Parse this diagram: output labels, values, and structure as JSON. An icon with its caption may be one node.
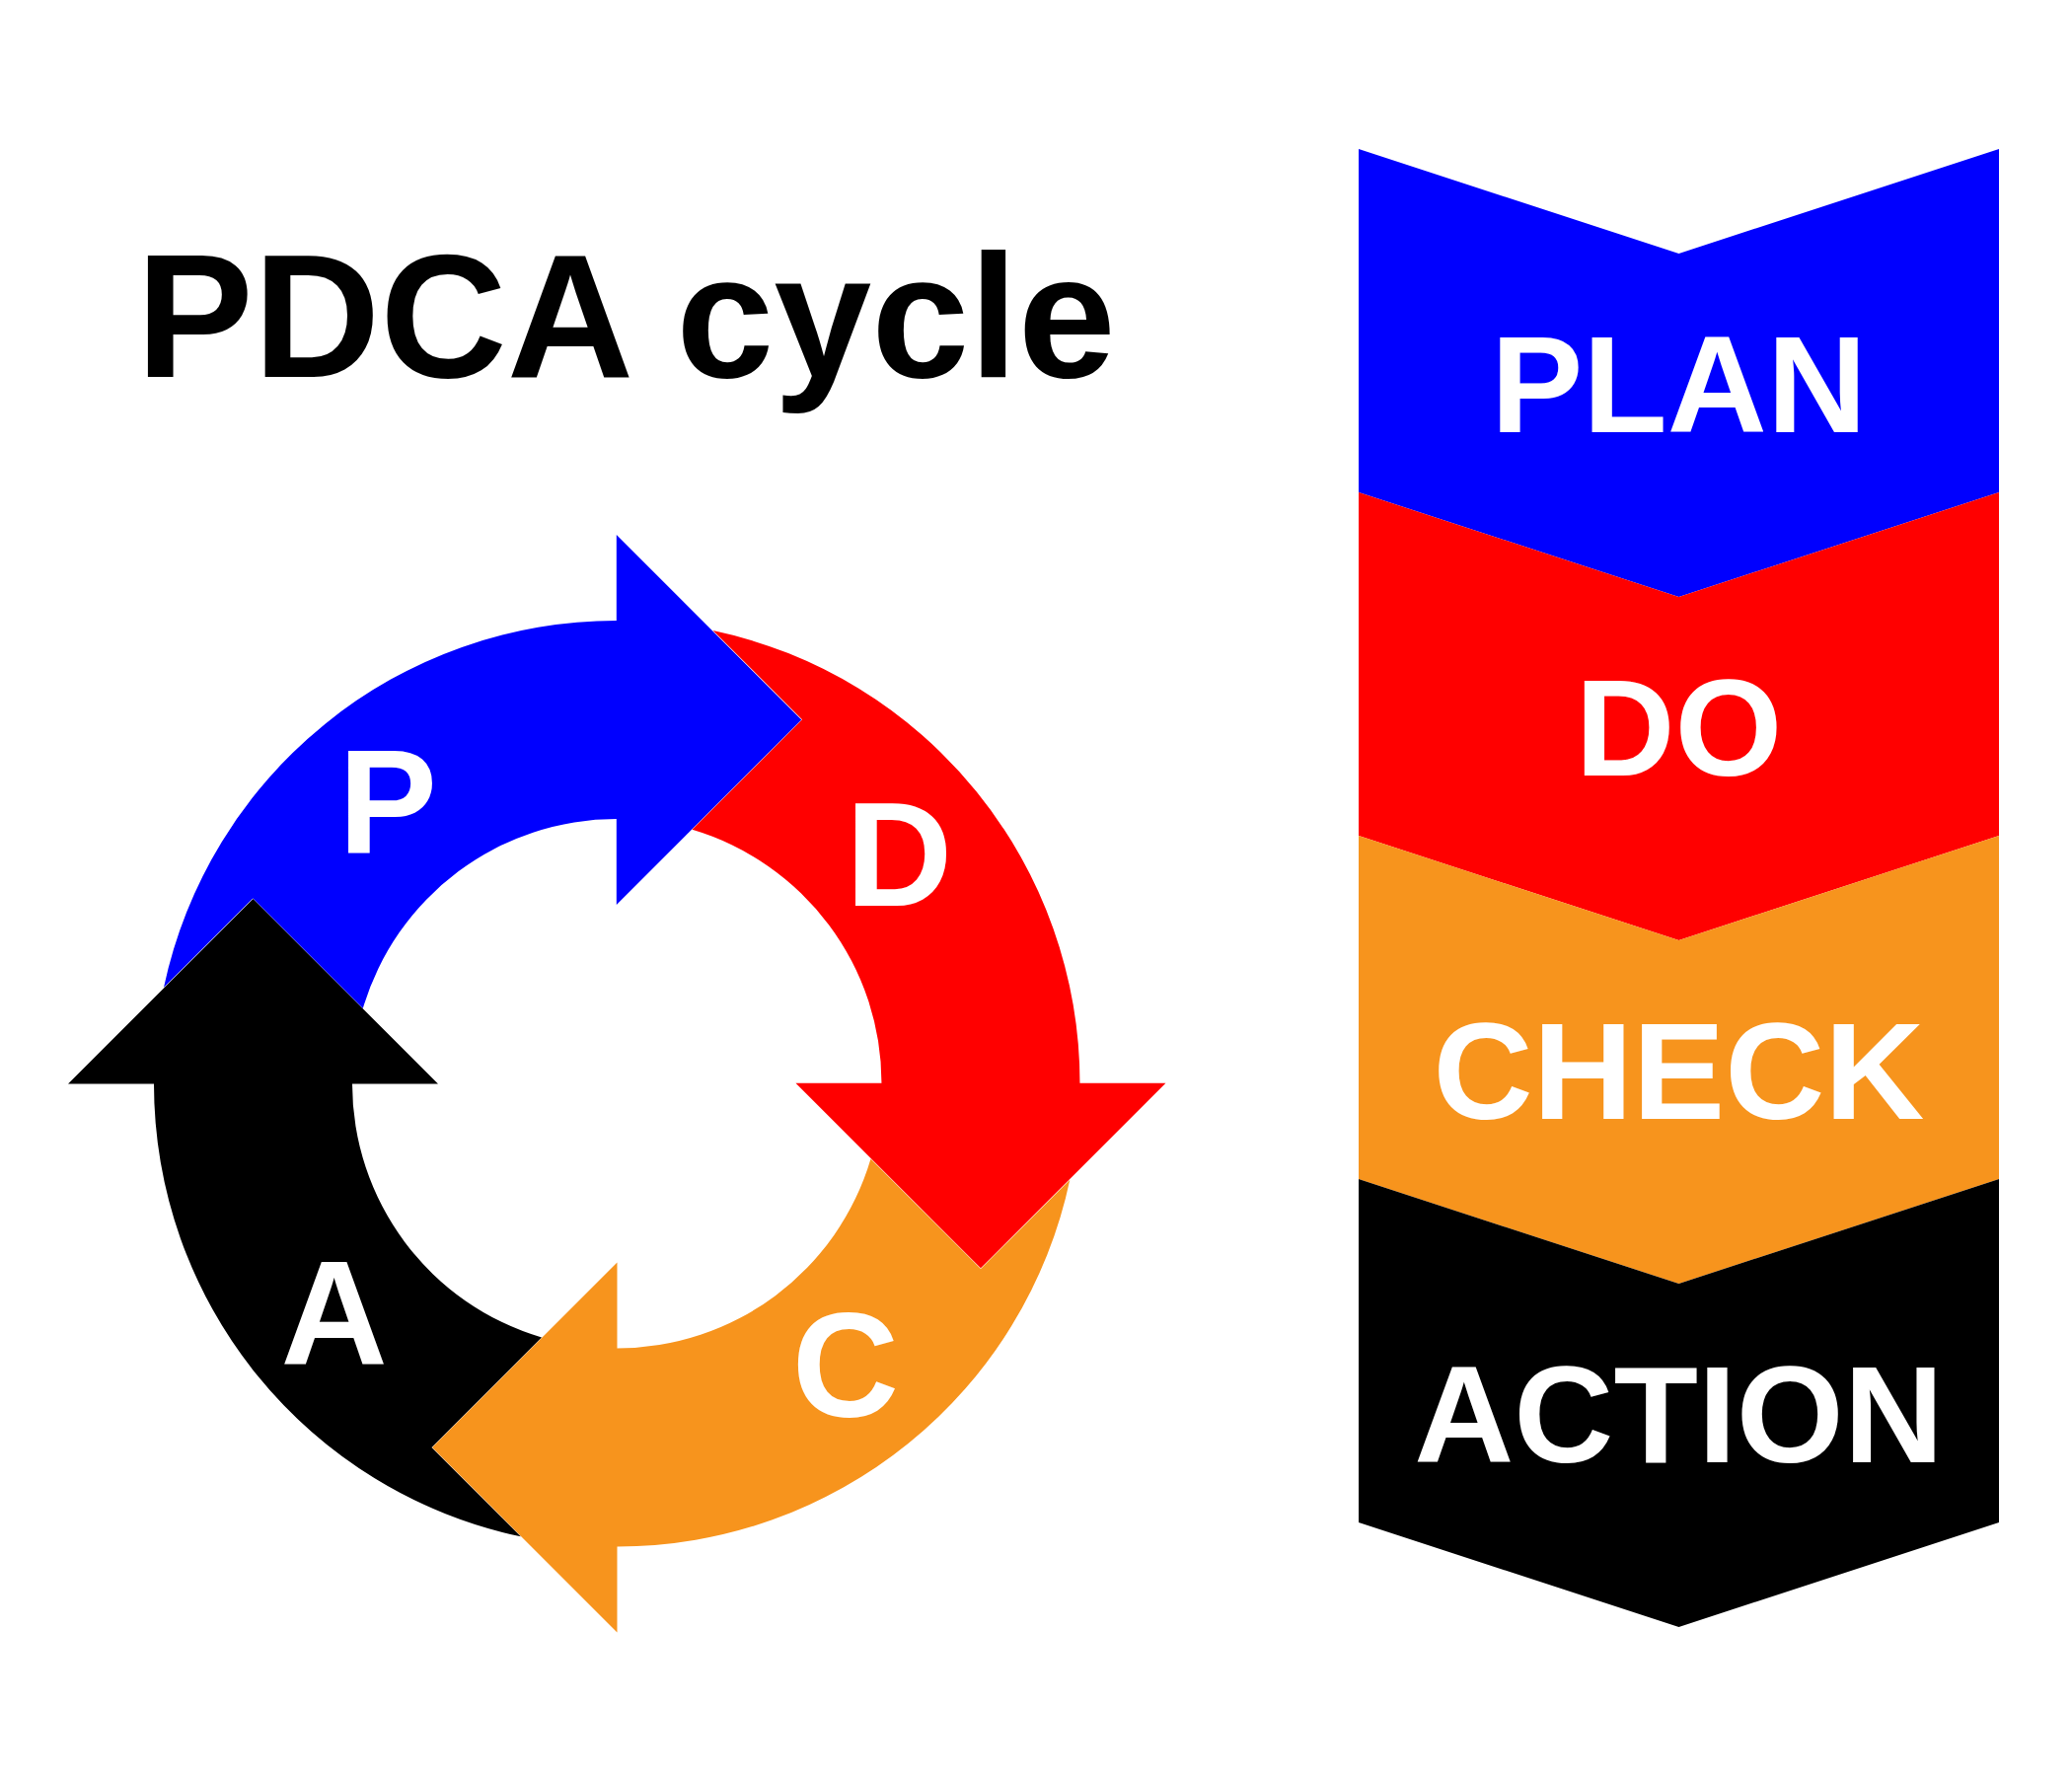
{
  "diagram": {
    "title": "PDCA cycle",
    "nodes": [
      {
        "text": [
          "P"
        ]
      },
      {
        "text": [
          "D"
        ]
      },
      {
        "text": [
          "C"
        ]
      },
      {
        "text": [
          "A"
        ]
      },
      {
        "text": [
          "PLAN"
        ]
      },
      {
        "text": [
          "DO"
        ]
      },
      {
        "text": [
          "CHECK"
        ]
      },
      {
        "text": [
          "ACTION"
        ]
      }
    ]
  }
}
